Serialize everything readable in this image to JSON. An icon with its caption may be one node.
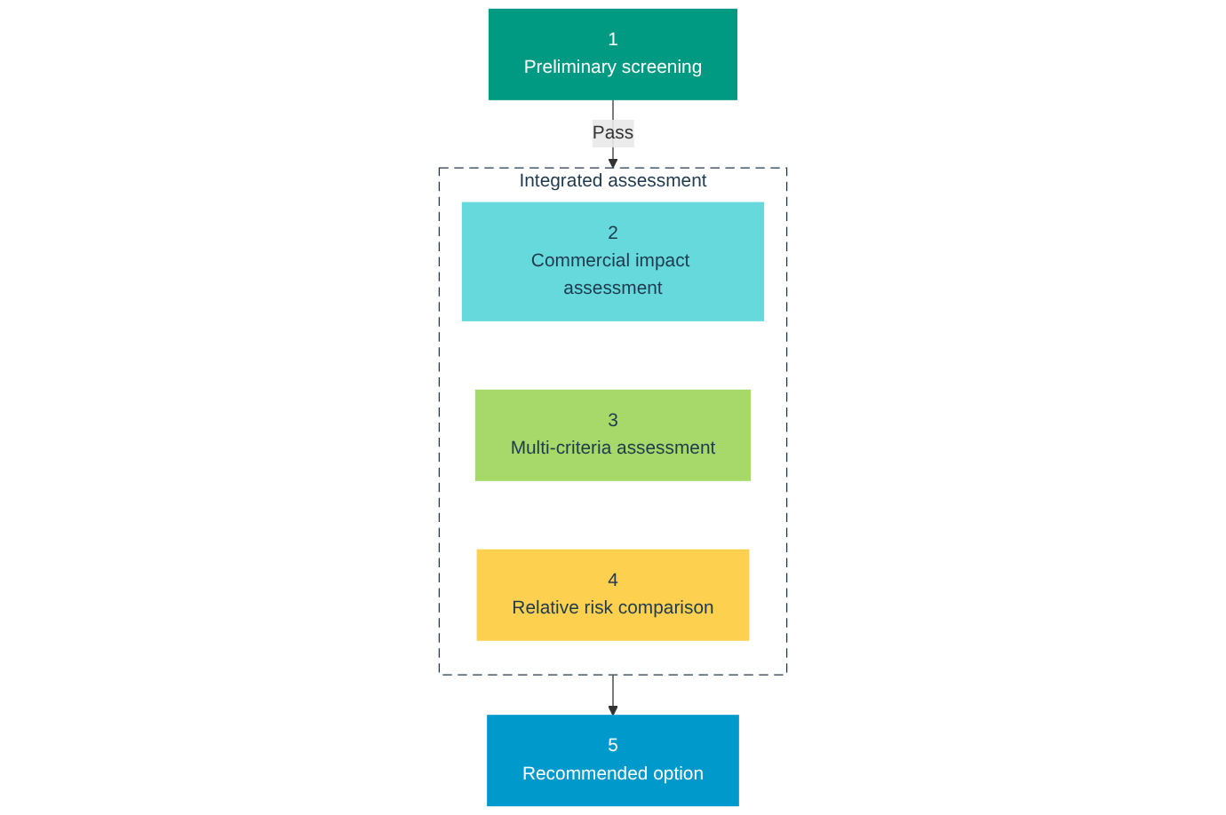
{
  "diagram": {
    "nodes": [
      {
        "text": [
          "1",
          "Preliminary screening"
        ]
      },
      {
        "text": [
          "Integrated assessment"
        ]
      },
      {
        "text": [
          "2",
          "Commercial impact assessment"
        ],
        "in": 1
      },
      {
        "text": [
          "3",
          "Multi-criteria assessment"
        ],
        "in": 1
      },
      {
        "text": [
          "4",
          "Relative risk comparison"
        ],
        "in": 1
      },
      {
        "text": [
          "5",
          "Recommended option"
        ]
      }
    ],
    "edges": [
      {
        "from": 0,
        "to": 1,
        "arrow": "to",
        "label": "Pass"
      },
      {
        "from": 1,
        "to": 5,
        "arrow": "to"
      }
    ]
  }
}
